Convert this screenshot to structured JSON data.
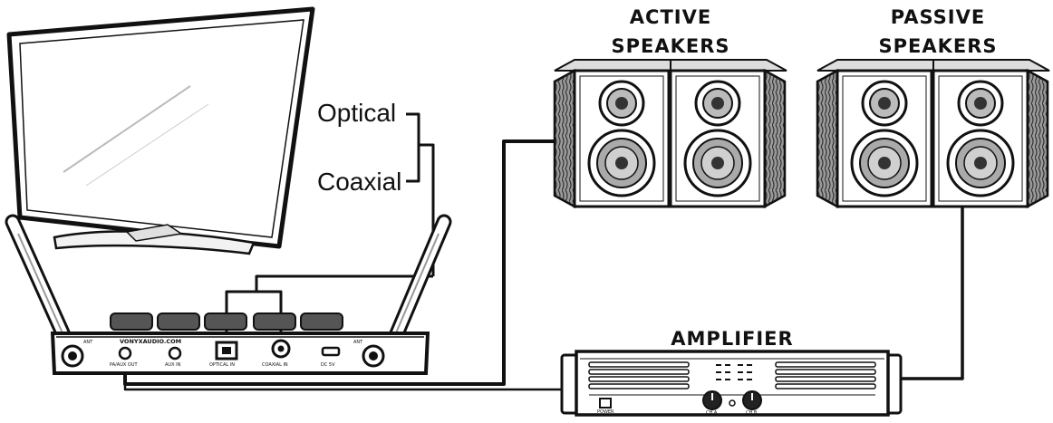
{
  "labels": {
    "active_line1": "ACTIVE",
    "active_line2": "SPEAKERS",
    "passive_line1": "PASSIVE",
    "passive_line2": "SPEAKERS",
    "amplifier": "AMPLIFIER",
    "optical": "Optical",
    "coaxial": "Coaxial"
  },
  "receiver": {
    "brand": "VONYXAUDIO.COM",
    "ant_left": "ANT",
    "ant_right": "ANT",
    "ports": [
      "PA/AUX OUT",
      "AUX IN",
      "OPTICAL IN",
      "COAXIAL IN",
      "DC 5V"
    ]
  },
  "amplifier_panel": {
    "power_label": "POWER",
    "knob_left_label": "CH A",
    "knob_right_label": "CH B"
  },
  "colors": {
    "ink": "#111111",
    "background": "#ffffff",
    "wood": "#8a8a8a"
  }
}
